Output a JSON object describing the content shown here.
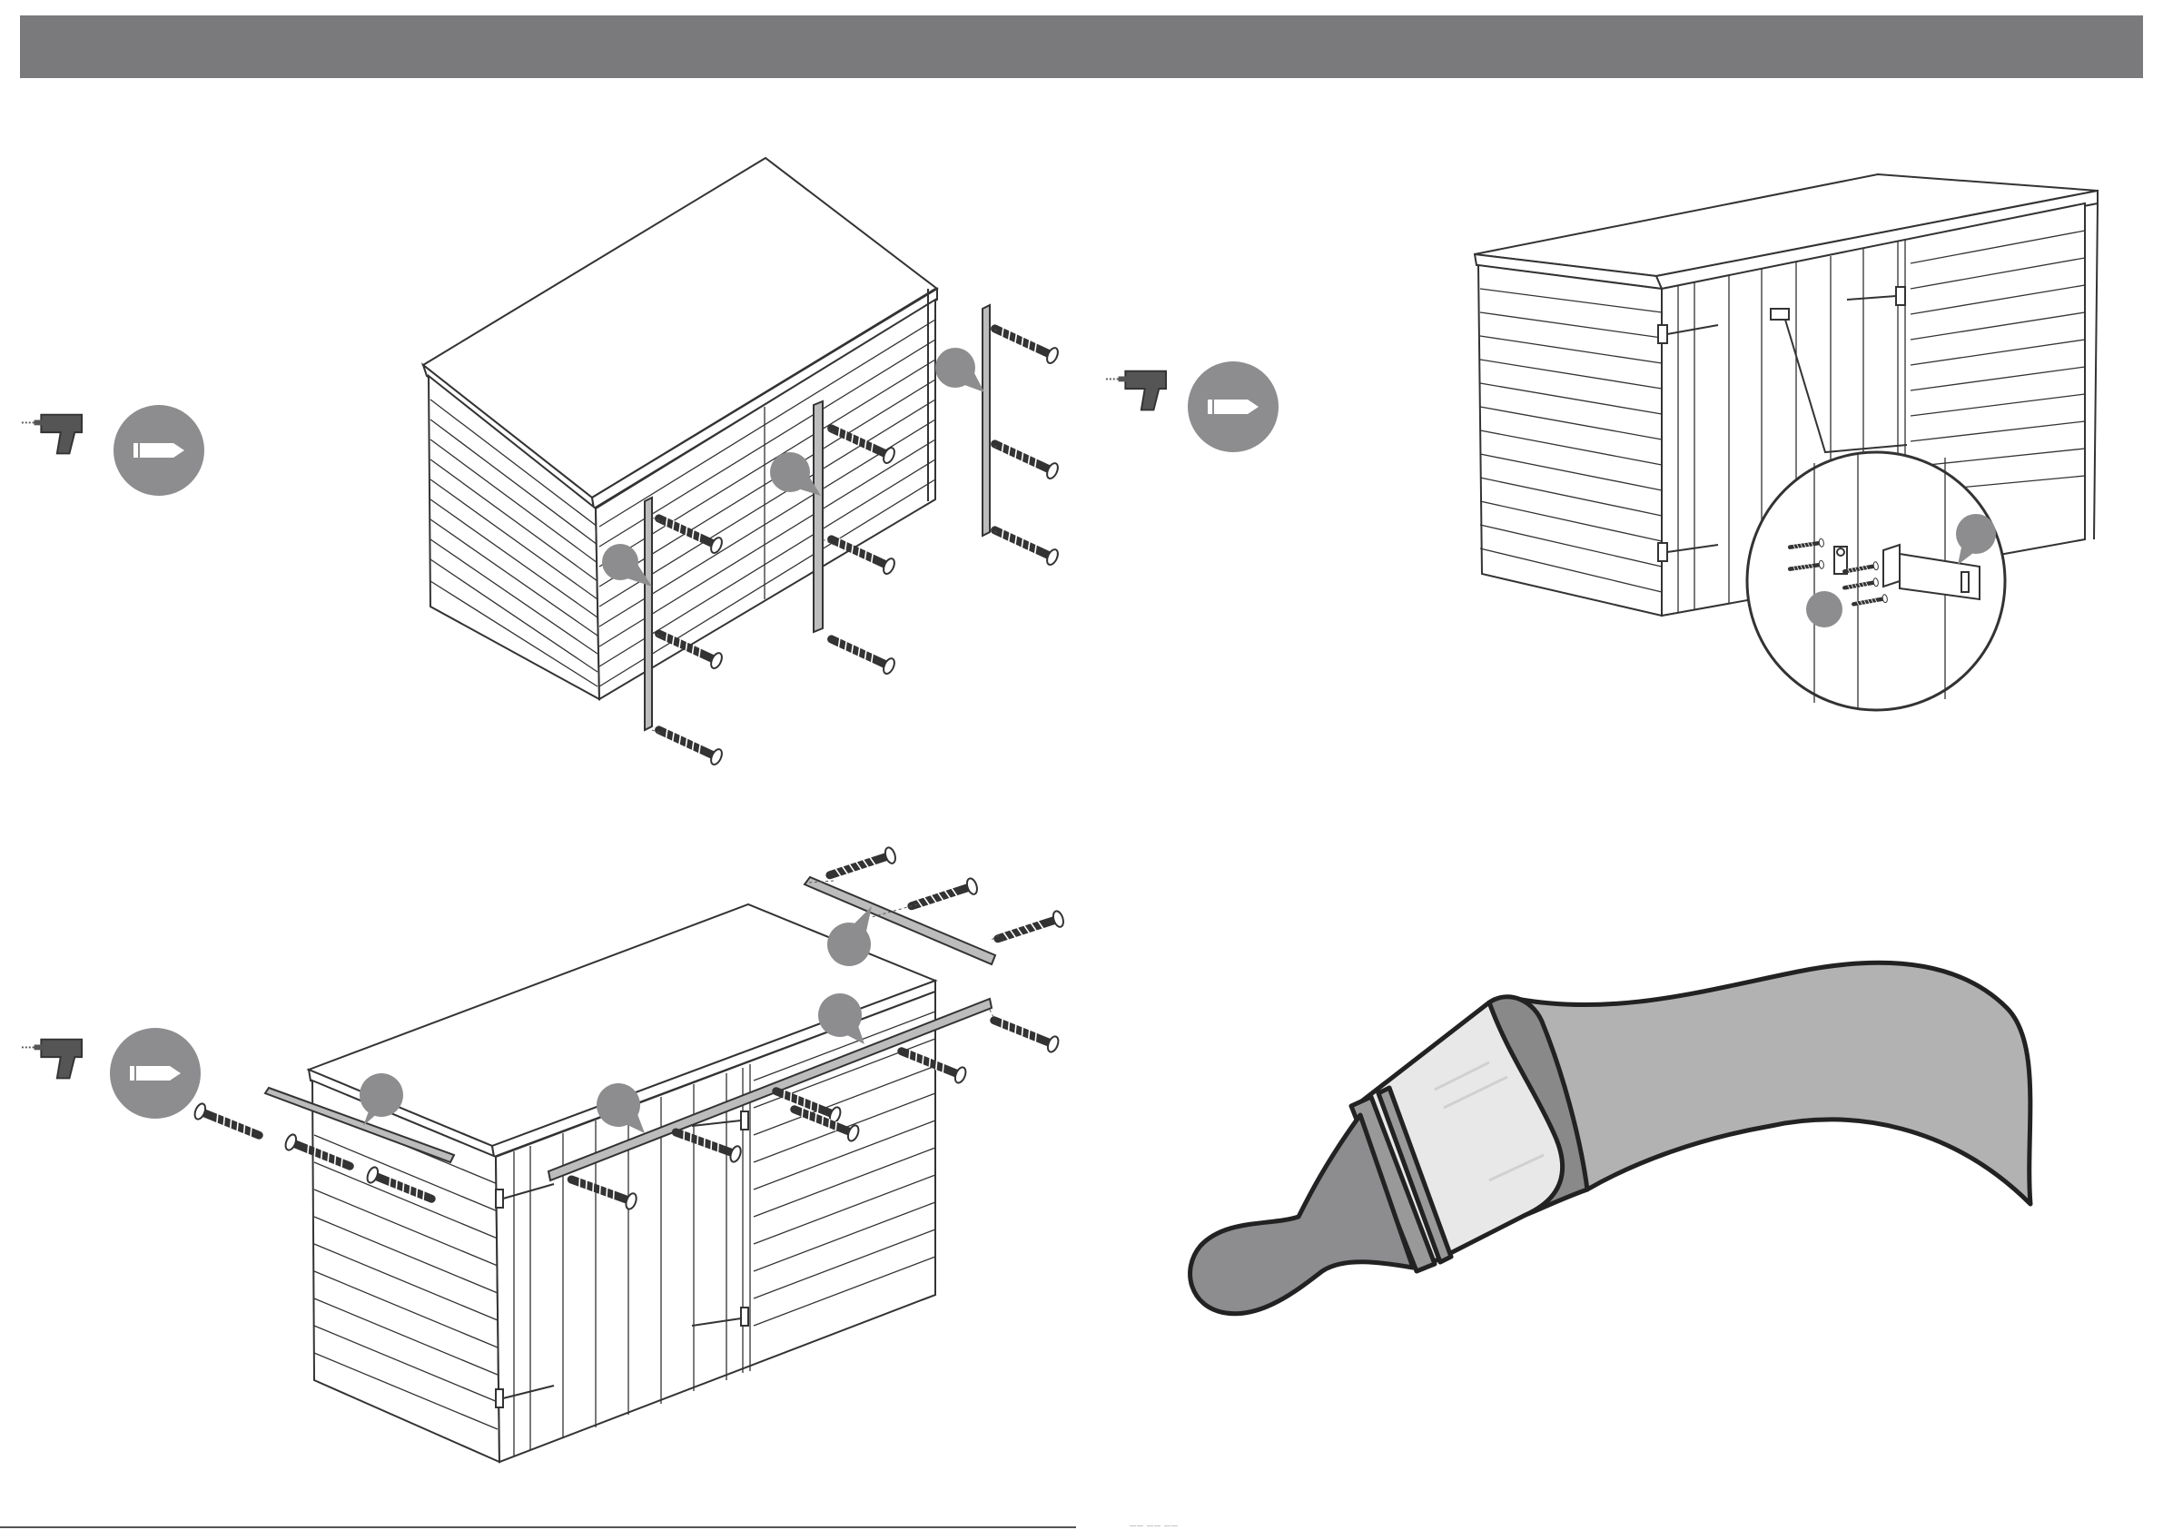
{
  "document": {
    "type": "assembly-instructions",
    "steps": [
      {
        "id": "step-side-battens",
        "tools": [
          "drill-icon",
          "screw-icon"
        ]
      },
      {
        "id": "step-door-lock",
        "tools": [
          "drill-icon",
          "screw-icon"
        ]
      },
      {
        "id": "step-roof-fascia",
        "tools": [
          "drill-icon",
          "screw-icon"
        ]
      },
      {
        "id": "step-paint",
        "tools": [
          "paintbrush-icon"
        ]
      }
    ]
  },
  "colors": {
    "header": "#7a797b",
    "callout": "#8d8c8e",
    "line": "#333333",
    "batten": "#bdbcbd"
  },
  "footer": {
    "mark": "—— —— ——"
  }
}
